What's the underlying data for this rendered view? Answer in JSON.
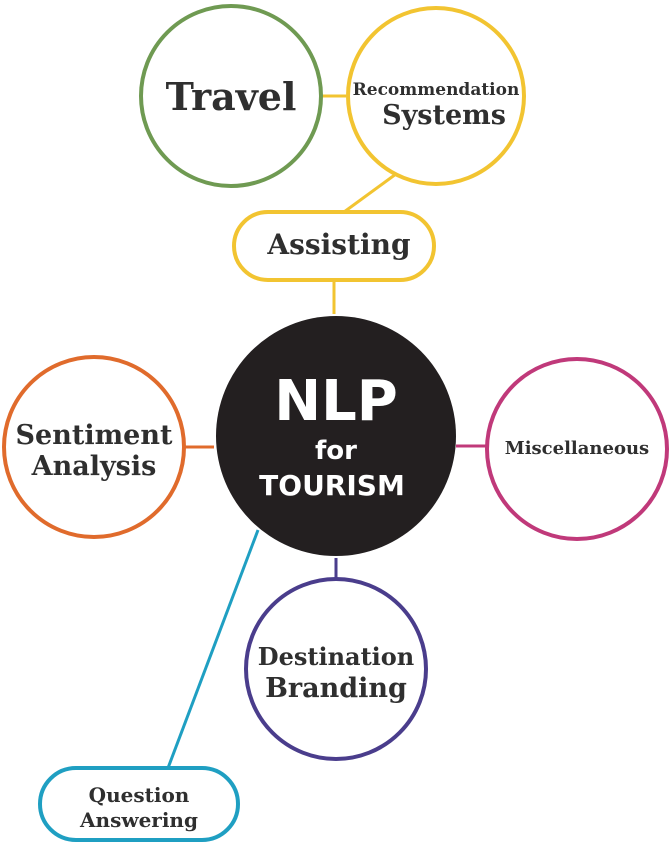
{
  "center": {
    "title": "NLP",
    "subtitle": "for",
    "caption": "TOURISM"
  },
  "nodes": {
    "travel": {
      "label": "Travel",
      "color": "#6f9a52"
    },
    "recommendation": {
      "line1": "Recommendation",
      "line2": "Systems",
      "color": "#f2c431"
    },
    "assisting": {
      "label": "Assisting",
      "color": "#f2c431"
    },
    "sentiment": {
      "line1": "Sentiment",
      "line2": "Analysis",
      "color": "#e06b2c"
    },
    "miscellaneous": {
      "label": "Miscellaneous",
      "color": "#c0397a"
    },
    "destination": {
      "line1": "Destination",
      "line2": "Branding",
      "color": "#4a3d8c"
    },
    "question": {
      "line1": "Question",
      "line2": "Answering",
      "color": "#1f9fc2"
    }
  },
  "colors": {
    "center_fill": "#231f20",
    "text": "#2f2f2f"
  }
}
